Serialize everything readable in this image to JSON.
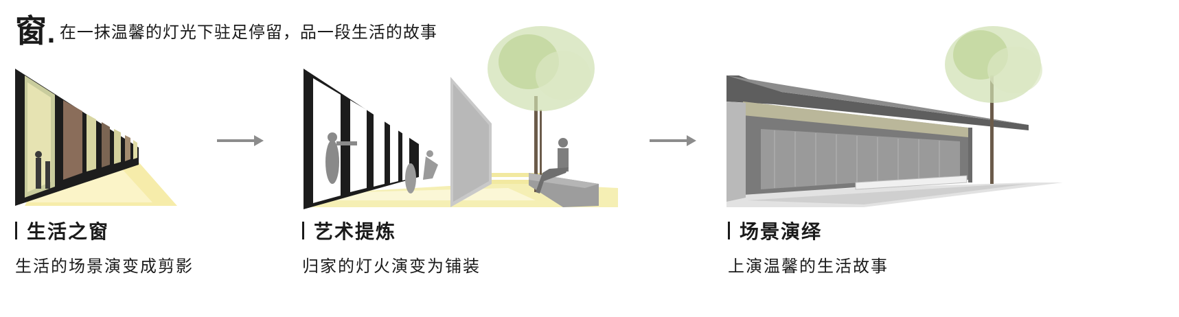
{
  "header": {
    "big_char": "窗",
    "dot": ".",
    "title": "在一抹温馨的灯光下驻足停留，品一段生活的故事"
  },
  "panels": [
    {
      "heading": "生活之窗",
      "subtitle": "生活的场景演变成剪影"
    },
    {
      "heading": "艺术提炼",
      "subtitle": "归家的灯火演变为铺装"
    },
    {
      "heading": "场景演绎",
      "subtitle": "上演温馨的生活故事"
    }
  ],
  "colors": {
    "light_yellow": "#f4eba6",
    "arrow": "#8c8c8c",
    "glass_dark": "#1c1c1c"
  }
}
